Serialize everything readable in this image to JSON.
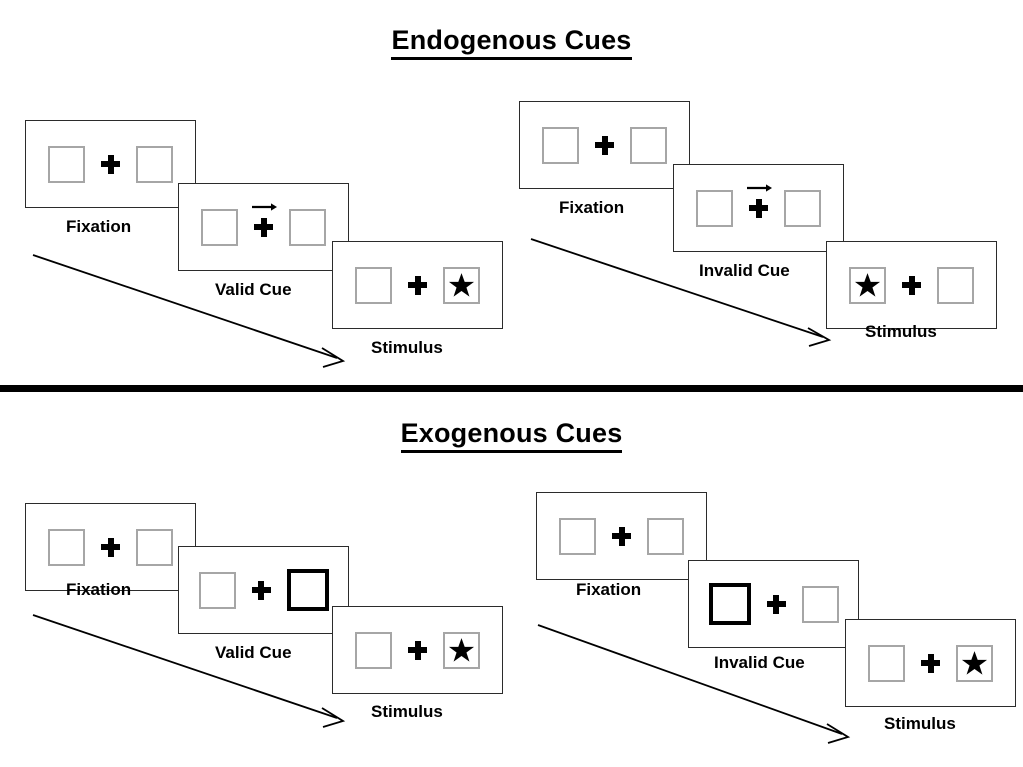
{
  "figure": {
    "sections": [
      {
        "id": "endogenous",
        "title": "Endogenous Cues",
        "sequences": [
          {
            "id": "endogenous-valid",
            "condition": "valid",
            "frames": [
              {
                "caption": "Fixation",
                "cue": "none",
                "cued_side": "none",
                "stimulus_side": "none"
              },
              {
                "caption": "Valid Cue",
                "cue": "arrow-right",
                "cued_side": "right",
                "stimulus_side": "none"
              },
              {
                "caption": "Stimulus",
                "cue": "none",
                "cued_side": "none",
                "stimulus_side": "right"
              }
            ]
          },
          {
            "id": "endogenous-invalid",
            "condition": "invalid",
            "frames": [
              {
                "caption": "Fixation",
                "cue": "none",
                "cued_side": "none",
                "stimulus_side": "none"
              },
              {
                "caption": "Invalid Cue",
                "cue": "arrow-right",
                "cued_side": "right",
                "stimulus_side": "none"
              },
              {
                "caption": "Stimulus",
                "cue": "none",
                "cued_side": "none",
                "stimulus_side": "left"
              }
            ]
          }
        ]
      },
      {
        "id": "exogenous",
        "title": "Exogenous Cues",
        "sequences": [
          {
            "id": "exogenous-valid",
            "condition": "valid",
            "frames": [
              {
                "caption": "Fixation",
                "cue": "none",
                "cued_side": "none",
                "stimulus_side": "none"
              },
              {
                "caption": "Valid Cue",
                "cue": "box-highlight",
                "cued_side": "right",
                "stimulus_side": "none"
              },
              {
                "caption": "Stimulus",
                "cue": "none",
                "cued_side": "none",
                "stimulus_side": "right"
              }
            ]
          },
          {
            "id": "exogenous-invalid",
            "condition": "invalid",
            "frames": [
              {
                "caption": "Fixation",
                "cue": "none",
                "cued_side": "none",
                "stimulus_side": "none"
              },
              {
                "caption": "Invalid Cue",
                "cue": "box-highlight",
                "cued_side": "left",
                "stimulus_side": "none"
              },
              {
                "caption": "Stimulus",
                "cue": "none",
                "cued_side": "none",
                "stimulus_side": "right"
              }
            ]
          }
        ]
      }
    ],
    "icons": {
      "cue_arrow": "arrow-right-icon",
      "fixation": "fixation-cross-icon",
      "stimulus": "star-icon",
      "time": "time-arrow-icon"
    },
    "colors": {
      "frame_border": "#2b2b2b",
      "box_border": "#a6a6a6",
      "cued_box_border": "#000000",
      "ink": "#000000",
      "background": "#ffffff",
      "divider": "#000000"
    }
  }
}
